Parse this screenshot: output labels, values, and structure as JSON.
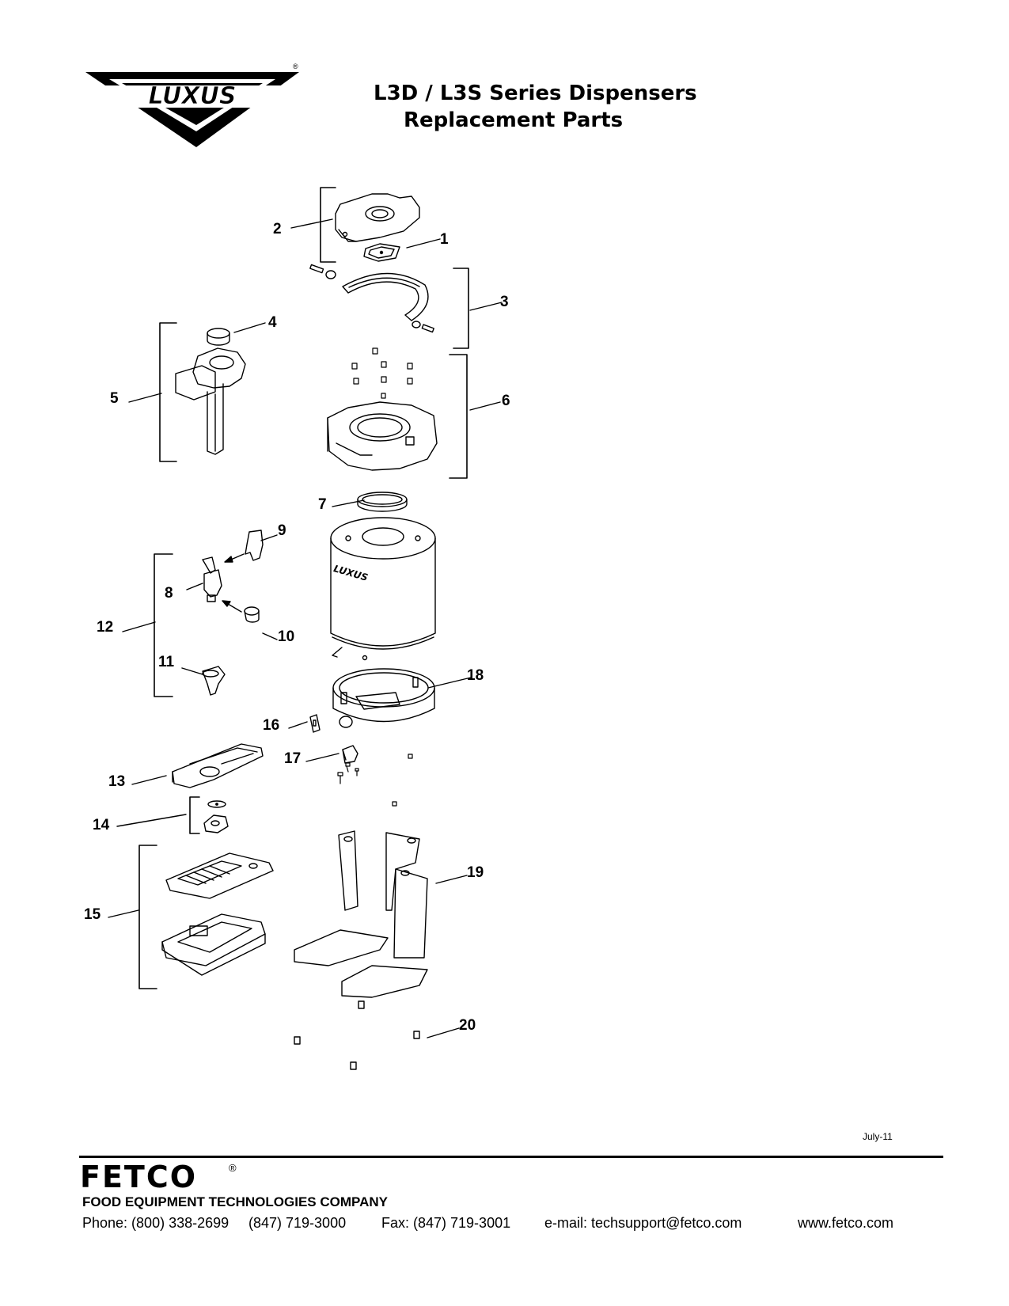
{
  "header": {
    "logo_text": "LUXUS",
    "title_line1": "L3D / L3S Series Dispensers",
    "title_line2": "Replacement Parts"
  },
  "diagram": {
    "callouts": [
      "1",
      "2",
      "3",
      "4",
      "5",
      "6",
      "7",
      "8",
      "9",
      "10",
      "11",
      "12",
      "13",
      "14",
      "15",
      "16",
      "17",
      "18",
      "19",
      "20"
    ],
    "tank_brand": "LUXUS"
  },
  "footer": {
    "date": "July-11",
    "logo_text": "FETCO",
    "company": "FOOD EQUIPMENT TECHNOLOGIES COMPANY",
    "phone": "Phone: (800) 338-2699",
    "phone2": "(847) 719-3000",
    "fax": "Fax: (847) 719-3001",
    "email": "e-mail: techsupport@fetco.com",
    "web": "www.fetco.com"
  }
}
